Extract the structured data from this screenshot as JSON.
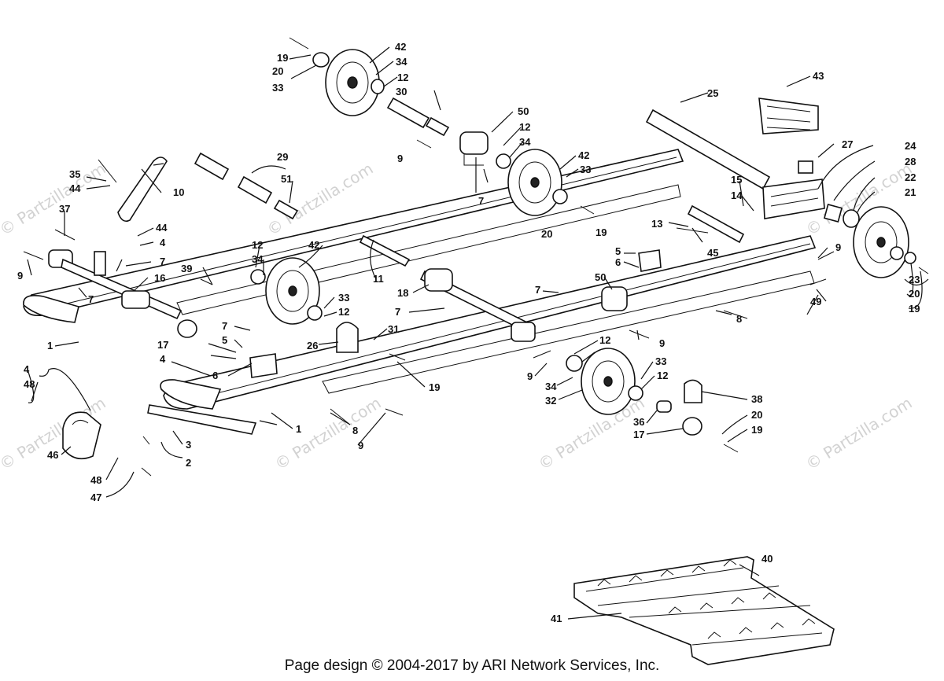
{
  "watermark": "© Partzilla.com",
  "footer": "Page design © 2004-2017 by ARI Network Services, Inc.",
  "callouts": [
    "1",
    "2",
    "3",
    "4",
    "5",
    "6",
    "7",
    "8",
    "9",
    "10",
    "11",
    "12",
    "13",
    "14",
    "15",
    "16",
    "17",
    "18",
    "19",
    "20",
    "21",
    "22",
    "23",
    "24",
    "25",
    "26",
    "27",
    "28",
    "29",
    "30",
    "31",
    "32",
    "33",
    "34",
    "35",
    "36",
    "37",
    "38",
    "39",
    "40",
    "41",
    "42",
    "43",
    "44",
    "45",
    "46",
    "47",
    "48",
    "49",
    "50",
    "51"
  ]
}
